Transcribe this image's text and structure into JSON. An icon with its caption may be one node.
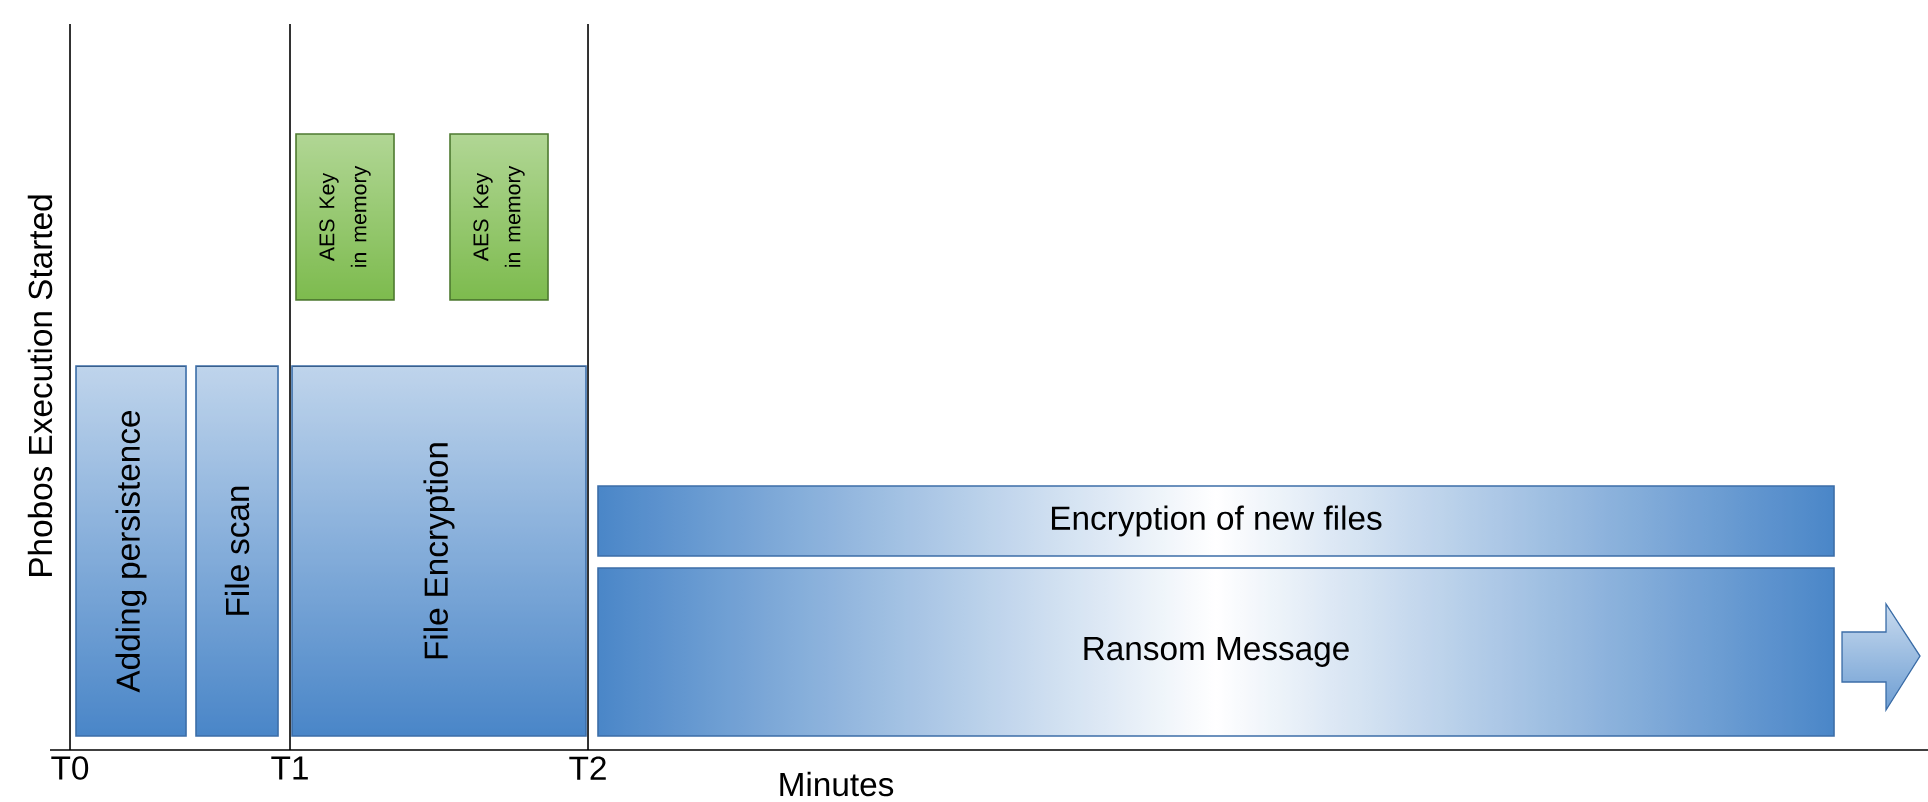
{
  "diagram": {
    "nodes": [
      {
        "text": [
          "Adding persistence"
        ]
      },
      {
        "text": [
          "File scan"
        ]
      },
      {
        "text": [
          "File Encryption"
        ]
      },
      {
        "text": [
          "AES Key in memory"
        ]
      },
      {
        "text": [
          "AES Key in memory"
        ]
      },
      {
        "text": [
          "Encryption of new files"
        ]
      },
      {
        "text": [
          "Ransom Message"
        ]
      }
    ],
    "edges": [],
    "labels": [
      "Phobos Execution Started",
      "T0",
      "T1",
      "T2",
      "Minutes"
    ]
  }
}
